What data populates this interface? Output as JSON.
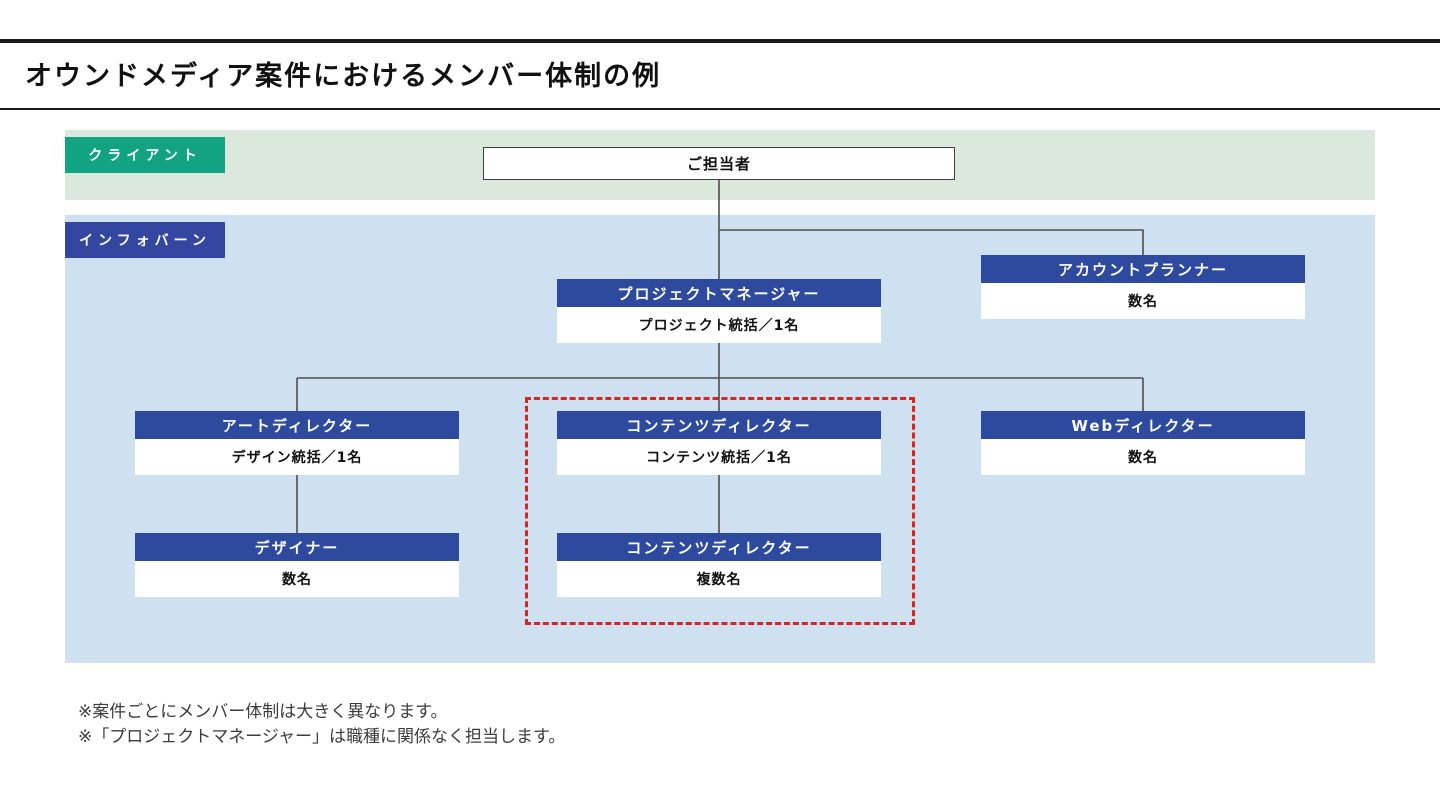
{
  "title": "オウンドメディア案件におけるメンバー体制の例",
  "colors": {
    "client_band_bg": "#dbe9dc",
    "client_label_bg": "#12a383",
    "company_band_bg": "#cfe0f1",
    "company_label_bg": "#3346a0",
    "node_header_bg": "#2e4a9f",
    "highlight_border": "#dd2222",
    "connector": "#4d4d4d"
  },
  "bands": {
    "client": {
      "label": "クライアント"
    },
    "company": {
      "label": "インフォバーン"
    }
  },
  "nodes": {
    "client_contact": {
      "title": "ご担当者"
    },
    "project_manager": {
      "title": "プロジェクトマネージャー",
      "subtitle": "プロジェクト統括／1名"
    },
    "account_planner": {
      "title": "アカウントプランナー",
      "subtitle": "数名"
    },
    "art_director": {
      "title": "アートディレクター",
      "subtitle": "デザイン統括／1名"
    },
    "content_director": {
      "title": "コンテンツディレクター",
      "subtitle": "コンテンツ統括／1名"
    },
    "web_director": {
      "title": "Webディレクター",
      "subtitle": "数名"
    },
    "designer": {
      "title": "デザイナー",
      "subtitle": "数名"
    },
    "content_director_members": {
      "title": "コンテンツディレクター",
      "subtitle": "複数名"
    }
  },
  "footnotes": [
    "※案件ごとにメンバー体制は大きく異なります。",
    "※「プロジェクトマネージャー」は職種に関係なく担当します。"
  ]
}
